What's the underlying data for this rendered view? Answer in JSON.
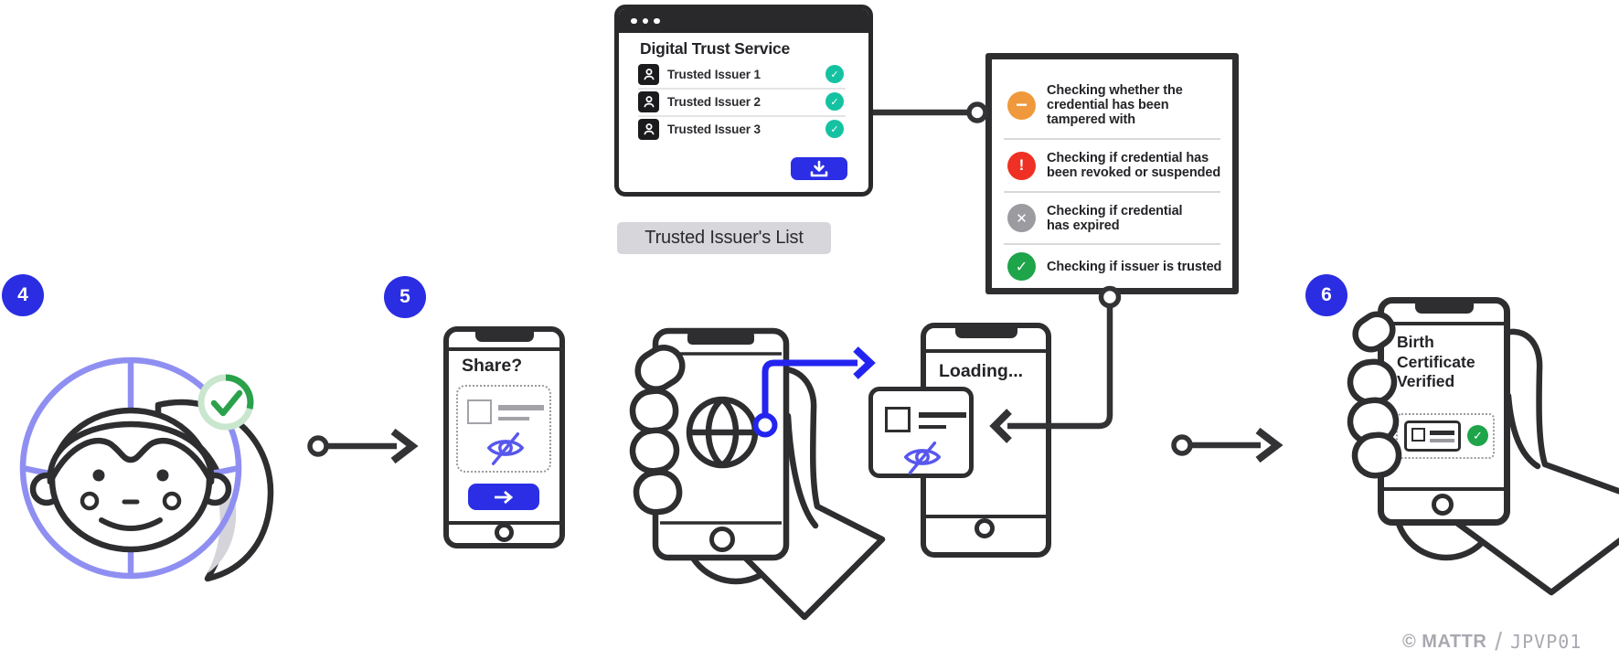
{
  "badges": {
    "four": "4",
    "five": "5",
    "six": "6"
  },
  "browser_window": {
    "title": "Digital Trust Service",
    "check_glyph": "✓",
    "issuers": [
      {
        "label": "Trusted Issuer 1"
      },
      {
        "label": "Trusted Issuer 2"
      },
      {
        "label": "Trusted Issuer 3"
      }
    ]
  },
  "trusted_list_caption": "Trusted Issuer's List",
  "verification_checklist": {
    "items": [
      {
        "icon": "minus-icon",
        "glyph": "−",
        "lines": [
          "Checking whether the",
          "credential has been",
          "tampered with"
        ]
      },
      {
        "icon": "exclamation-icon",
        "glyph": "!",
        "lines": [
          "Checking if credential has",
          "been revoked or suspended"
        ]
      },
      {
        "icon": "cross-icon",
        "glyph": "✕",
        "lines": [
          "Checking if credential",
          "has expired"
        ]
      },
      {
        "icon": "check-icon",
        "glyph": "✓",
        "lines": [
          "Checking if issuer is trusted"
        ]
      }
    ]
  },
  "share_phone": {
    "title": "Share?"
  },
  "loading_phone": {
    "title": "Loading..."
  },
  "verified_phone": {
    "lines": [
      "Birth",
      "Certificate",
      "Verified"
    ],
    "check_glyph": "✓"
  },
  "footer": {
    "brand": "© MATTR",
    "divider": "/",
    "code": "JPVP01"
  },
  "colors": {
    "accent_blue": "#2B2EE4",
    "arrow_blue": "#2424F0",
    "teal": "#14C2A2",
    "orange": "#F0993C",
    "red": "#EE3124",
    "neutral_gray": "#9C9CA0",
    "green": "#1EA449",
    "outline": "#2E2E30",
    "purple": "#8F8FF2",
    "eye_icon_blue": "#5757EE"
  }
}
